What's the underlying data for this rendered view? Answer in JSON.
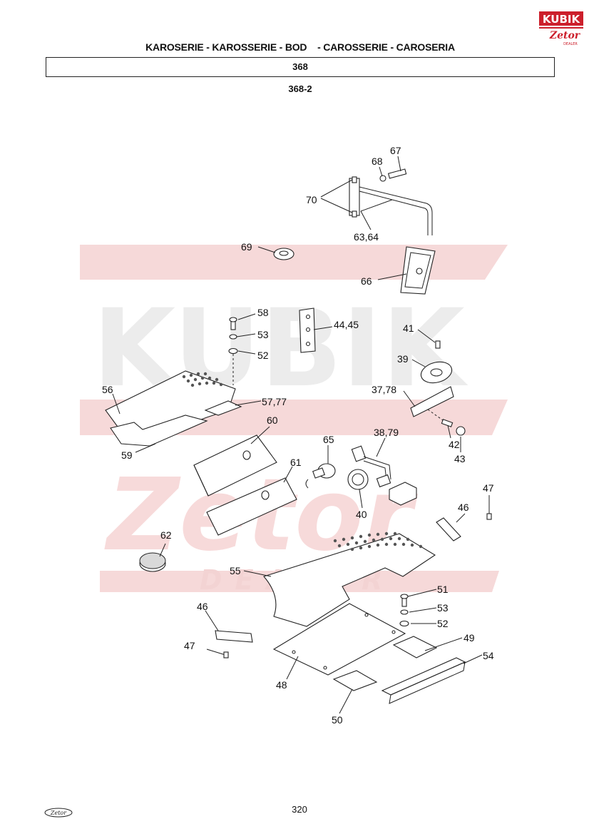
{
  "header": {
    "title": "KAROSERIE - KAROSSERIE - BOD    - CAROSSERIE - CAROSERIA",
    "group": "368",
    "subgroup": "368-2"
  },
  "logo": {
    "name": "KUBIK",
    "sub": "Zetor",
    "dealer": "DEALER",
    "color_red": "#cc1f2b"
  },
  "watermark": {
    "line1": "KUBIK",
    "line2": "Zetor",
    "line3": "DEALER",
    "color": "#e8e8e8",
    "red": "#f6d6d6"
  },
  "callouts": [
    "67",
    "68",
    "70",
    "63,64",
    "69",
    "66",
    "58",
    "53",
    "52",
    "44,45",
    "41",
    "39",
    "37,78",
    "56",
    "57,77",
    "60",
    "65",
    "38,79",
    "42",
    "43",
    "59",
    "61",
    "40",
    "47",
    "46",
    "62",
    "55",
    "51",
    "53",
    "52",
    "46",
    "47",
    "49",
    "54",
    "48",
    "50"
  ],
  "footer": {
    "page_number": "320",
    "logo_text": "Zetor"
  }
}
